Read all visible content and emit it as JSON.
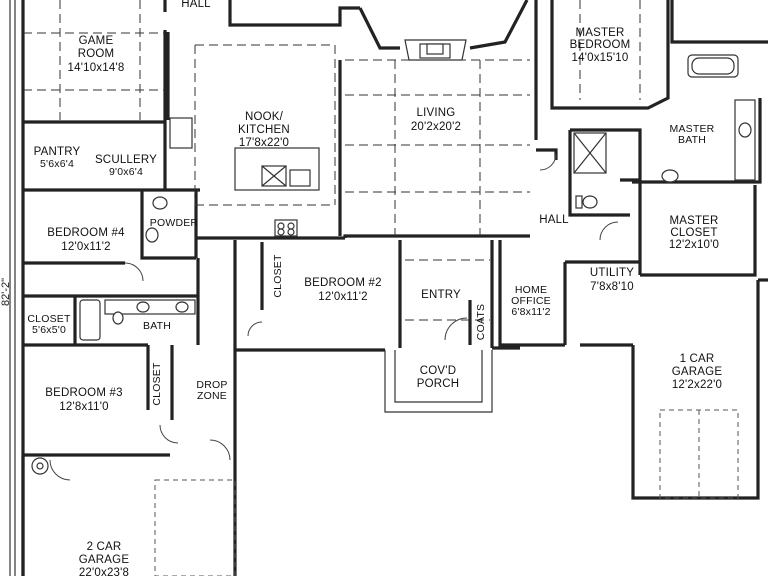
{
  "rooms": {
    "hall_top": "HALL",
    "game_room": [
      "GAME",
      "ROOM",
      "14'10x14'8"
    ],
    "pantry": [
      "PANTRY",
      "5'6x6'4"
    ],
    "scullery": [
      "SCULLERY",
      "9'0x6'4"
    ],
    "nook_kitchen": [
      "NOOK/",
      "KITCHEN",
      "17'8x22'0"
    ],
    "living": [
      "LIVING",
      "20'2x20'2"
    ],
    "master_bedroom": [
      "MASTER",
      "BEDROOM",
      "14'0x15'10"
    ],
    "master_bath": [
      "MASTER",
      "BATH"
    ],
    "hall": "HALL",
    "master_closet": [
      "MASTER",
      "CLOSET",
      "12'2x10'0"
    ],
    "bedroom4": [
      "BEDROOM #4",
      "12'0x11'2"
    ],
    "powder": "POWDER",
    "closet_vertical": "CLOSET",
    "bedroom2": [
      "BEDROOM #2",
      "12'0x11'2"
    ],
    "entry": "ENTRY",
    "home_office": [
      "HOME",
      "OFFICE",
      "6'8x11'2"
    ],
    "utility": [
      "UTILITY",
      "7'8x8'10"
    ],
    "coats": "COATS",
    "closet_small": [
      "CLOSET",
      "5'6x5'0"
    ],
    "bath": "BATH",
    "bedroom3": [
      "BEDROOM #3",
      "12'8x11'0"
    ],
    "closet_b3": "CLOSET",
    "drop_zone": [
      "DROP",
      "ZONE"
    ],
    "covd_porch": [
      "COV'D",
      "PORCH"
    ],
    "garage1": [
      "1 CAR",
      "GARAGE",
      "12'2x22'0"
    ],
    "garage2": [
      "2 CAR",
      "GARAGE",
      "22'0x23'8"
    ]
  },
  "dimensions": {
    "overall_depth": "82'-2\""
  }
}
